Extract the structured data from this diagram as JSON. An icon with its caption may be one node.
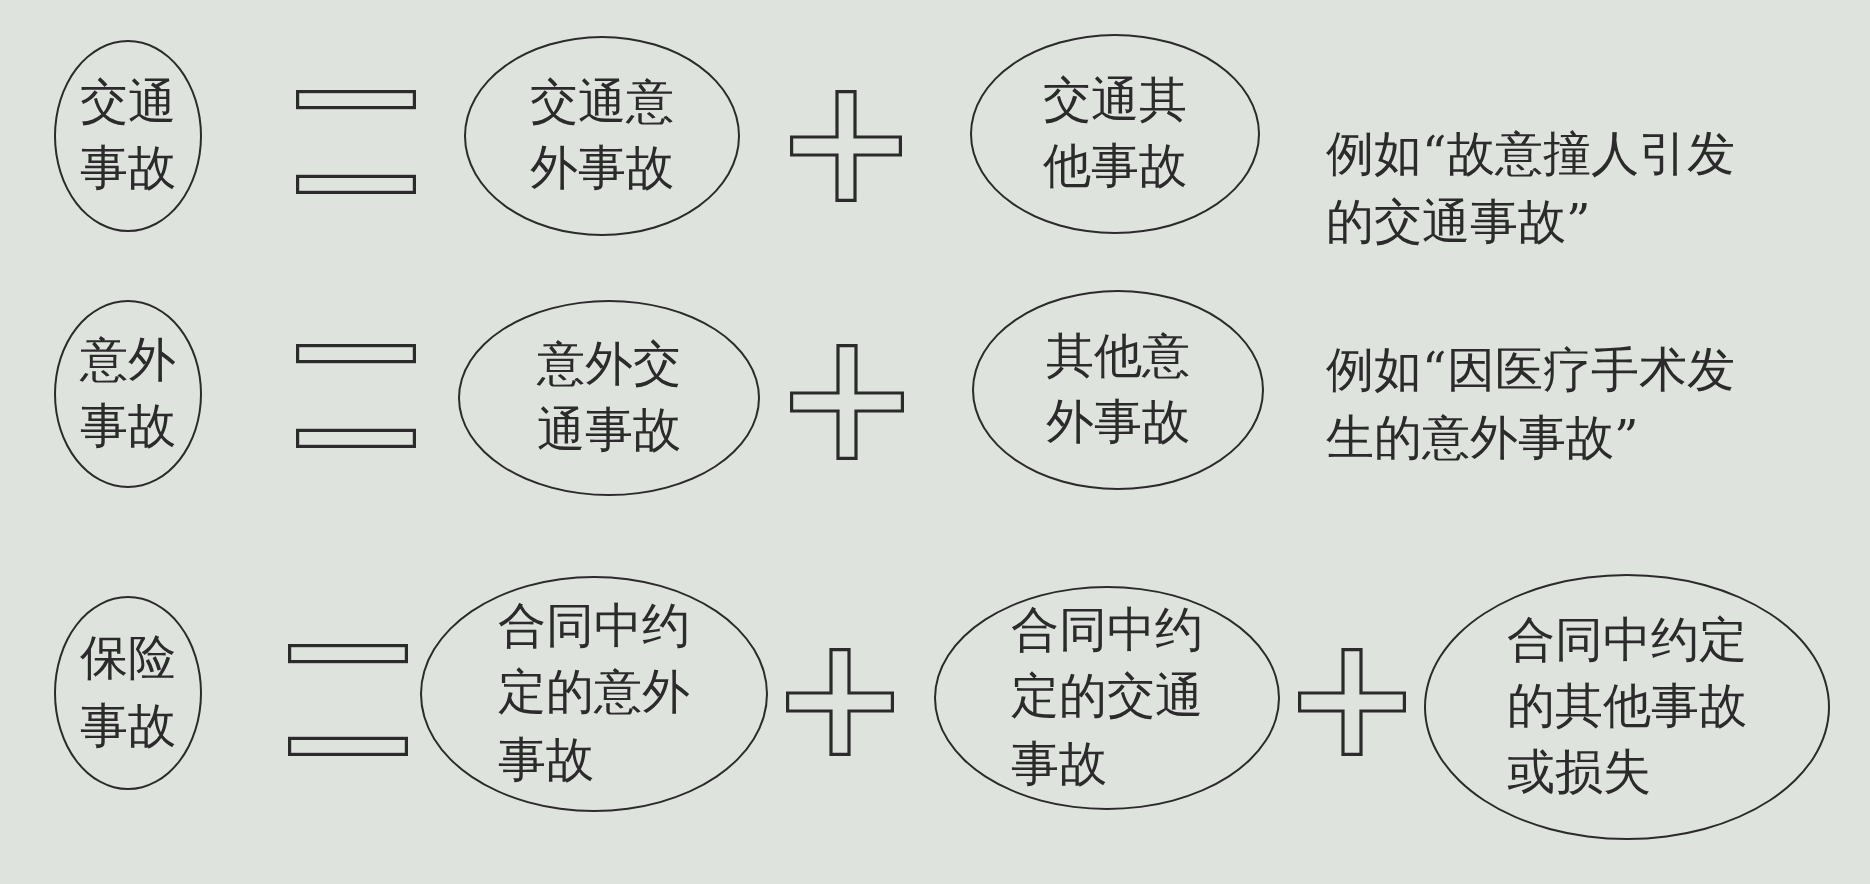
{
  "diagram": {
    "nodes": [
      {
        "text": [
          "交通事故"
        ]
      },
      {
        "text": [
          "交通意外事故"
        ]
      },
      {
        "text": [
          "交通其他事故"
        ],
        "beside": [
          "例如“故意撞人引发的交通事故”"
        ]
      },
      {
        "text": [
          "意外事故"
        ]
      },
      {
        "text": [
          "意外交通事故"
        ]
      },
      {
        "text": [
          "其他意外事故"
        ],
        "beside": [
          "例如“因医疗手术发生的意外事故”"
        ]
      },
      {
        "text": [
          "保险事故"
        ]
      },
      {
        "text": [
          "合同中约定的意外事故"
        ]
      },
      {
        "text": [
          "合同中约定的交通事故"
        ]
      },
      {
        "text": [
          "合同中约定的其他事故或损失"
        ]
      }
    ]
  }
}
